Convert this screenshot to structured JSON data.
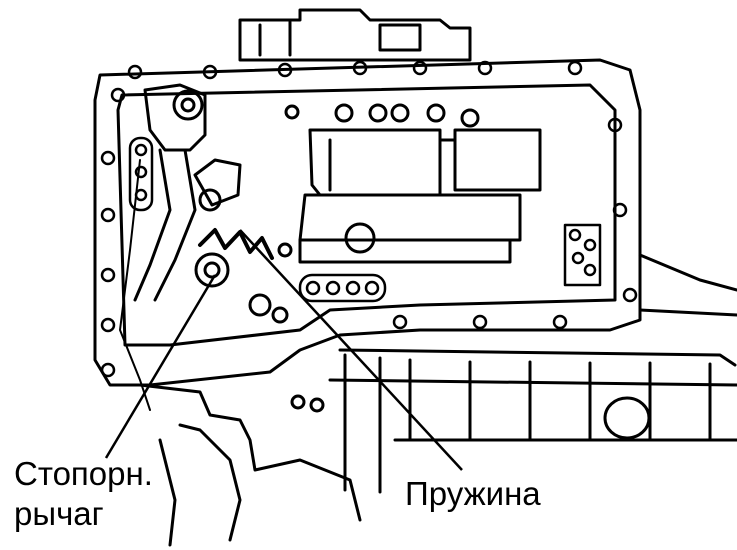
{
  "labels": {
    "stop_lever_line1": "Стопорн.",
    "stop_lever_line2": "рычаг",
    "spring": "Пружина"
  },
  "colors": {
    "ink": "#000000",
    "paper": "#ffffff"
  }
}
